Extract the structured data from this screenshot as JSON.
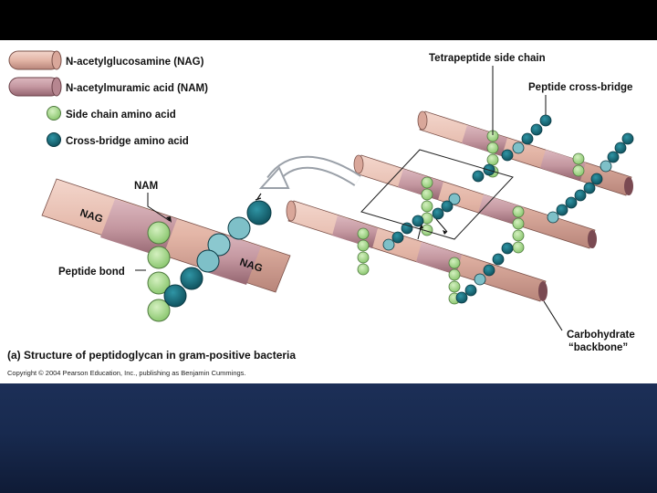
{
  "legend": {
    "nag": "N-acetylglucosamine (NAG)",
    "nam": "N-acetylmuramic acid (NAM)",
    "side_chain": "Side chain amino acid",
    "cross_bridge": "Cross-bridge amino acid"
  },
  "labels": {
    "tetrapeptide": "Tetrapeptide side chain",
    "peptide_cross_bridge": "Peptide cross-bridge",
    "nam": "NAM",
    "nag_left": "NAG",
    "nag_right": "NAG",
    "peptide_bond": "Peptide bond",
    "carbohydrate_1": "Carbohydrate",
    "carbohydrate_2": "“backbone”"
  },
  "caption": "(a) Structure of peptidoglycan in gram-positive bacteria",
  "copyright": "Copyright © 2004 Pearson Education, Inc., publishing as Benjamin Cummings.",
  "colors": {
    "nag": "#e6bdb0",
    "nam": "#c9a0a8",
    "side_chain": "#a8d890",
    "cross_bridge": "#1a6e7e",
    "slide_bottom": "#182a4f"
  }
}
